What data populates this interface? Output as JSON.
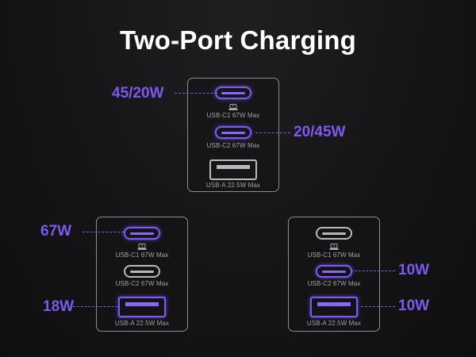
{
  "title": "Two-Port Charging",
  "accent_color": "#7D59F0",
  "port_labels": {
    "c1": "USB-C1 67W Max",
    "c2": "USB-C2 67W Max",
    "a": "USB-A 22.5W Max"
  },
  "icons": {
    "laptop": "laptop-charging-icon"
  },
  "configs": [
    {
      "id": "top",
      "active_ports": [
        "c1",
        "c2"
      ],
      "outputs": {
        "c1": "45/20W",
        "c2": "20/45W"
      }
    },
    {
      "id": "bottom-left",
      "active_ports": [
        "c1",
        "a"
      ],
      "outputs": {
        "c1": "67W",
        "a": "18W"
      }
    },
    {
      "id": "bottom-right",
      "active_ports": [
        "c2",
        "a"
      ],
      "outputs": {
        "c2": "10W",
        "a": "10W"
      }
    }
  ]
}
